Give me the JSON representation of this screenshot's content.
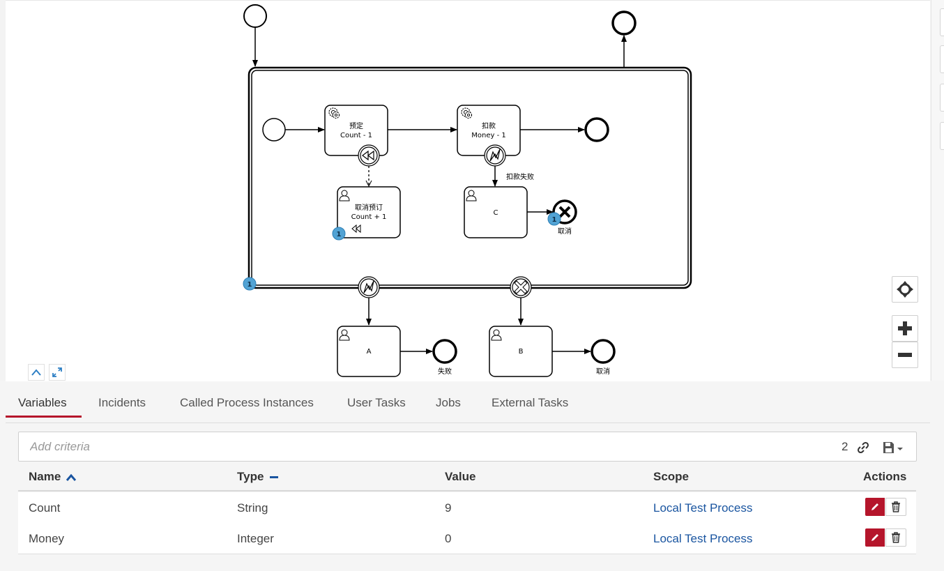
{
  "diagram": {
    "tasks": [
      {
        "id": "book",
        "line1": "预定",
        "line2": "Count - 1"
      },
      {
        "id": "deduct",
        "line1": "扣款",
        "line2": "Money - 1"
      },
      {
        "id": "cancel_booking",
        "line1": "取消预订",
        "line2": "Count + 1"
      },
      {
        "id": "c",
        "line1": "C"
      },
      {
        "id": "a",
        "line1": "A"
      },
      {
        "id": "b",
        "line1": "B"
      }
    ],
    "labels": {
      "deduct_failed": "扣款失败",
      "cancel_end": "取消",
      "fail_end": "失败",
      "cancel_end_2": "取消"
    },
    "badges": {
      "compensation": "1",
      "cancel_end": "1",
      "subprocess": "1"
    }
  },
  "tabs": [
    "Variables",
    "Incidents",
    "Called Process Instances",
    "User Tasks",
    "Jobs",
    "External Tasks"
  ],
  "search": {
    "placeholder": "Add criteria",
    "count": "2"
  },
  "table": {
    "headers": {
      "name": "Name",
      "type": "Type",
      "value": "Value",
      "scope": "Scope",
      "actions": "Actions"
    },
    "rows": [
      {
        "name": "Count",
        "type": "String",
        "value": "9",
        "scope": "Local Test Process"
      },
      {
        "name": "Money",
        "type": "Integer",
        "value": "0",
        "scope": "Local Test Process"
      }
    ]
  },
  "colors": {
    "accent": "#b5152b",
    "link": "#1a55a0",
    "sort": "#1a55a0",
    "badge": "#52a3d4"
  }
}
